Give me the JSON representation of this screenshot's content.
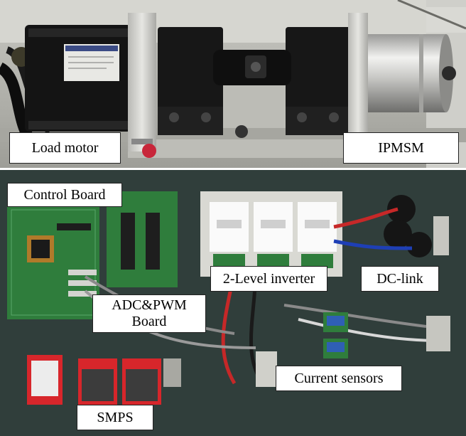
{
  "figure": {
    "top_panel": {
      "labels": {
        "load_motor": "Load motor",
        "ipmsm": "IPMSM"
      }
    },
    "bottom_panel": {
      "labels": {
        "control_board": "Control Board",
        "adc_pwm_line1": "ADC&PWM",
        "adc_pwm_line2": "Board",
        "two_level_inverter": "2-Level inverter",
        "dc_link": "DC-link",
        "smps": "SMPS",
        "current_sensors": "Current sensors"
      }
    }
  },
  "colors": {
    "label_background": "#ffffff",
    "label_border": "#222222",
    "test_bench": "#b5b5ae",
    "motor_body": "#111111",
    "coupling_blocks": "#161616",
    "aluminum": "#cfcfcb",
    "board_background": "#2c3a36",
    "pcb_green": "#2f7d3c",
    "inverter_pcb": "#fafafa",
    "smps_red": "#d7262b"
  }
}
